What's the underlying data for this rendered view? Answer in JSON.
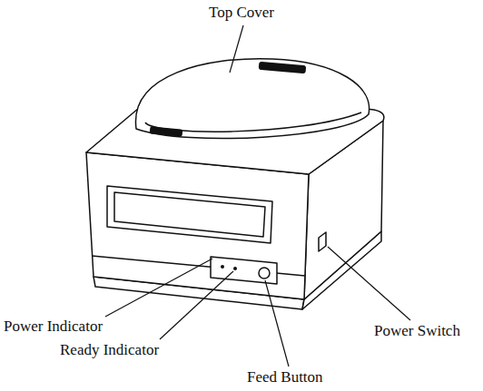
{
  "diagram": {
    "labels": [
      "Top Cover",
      "Power Indicator",
      "Ready Indicator",
      "Feed Button",
      "Power Switch"
    ]
  }
}
